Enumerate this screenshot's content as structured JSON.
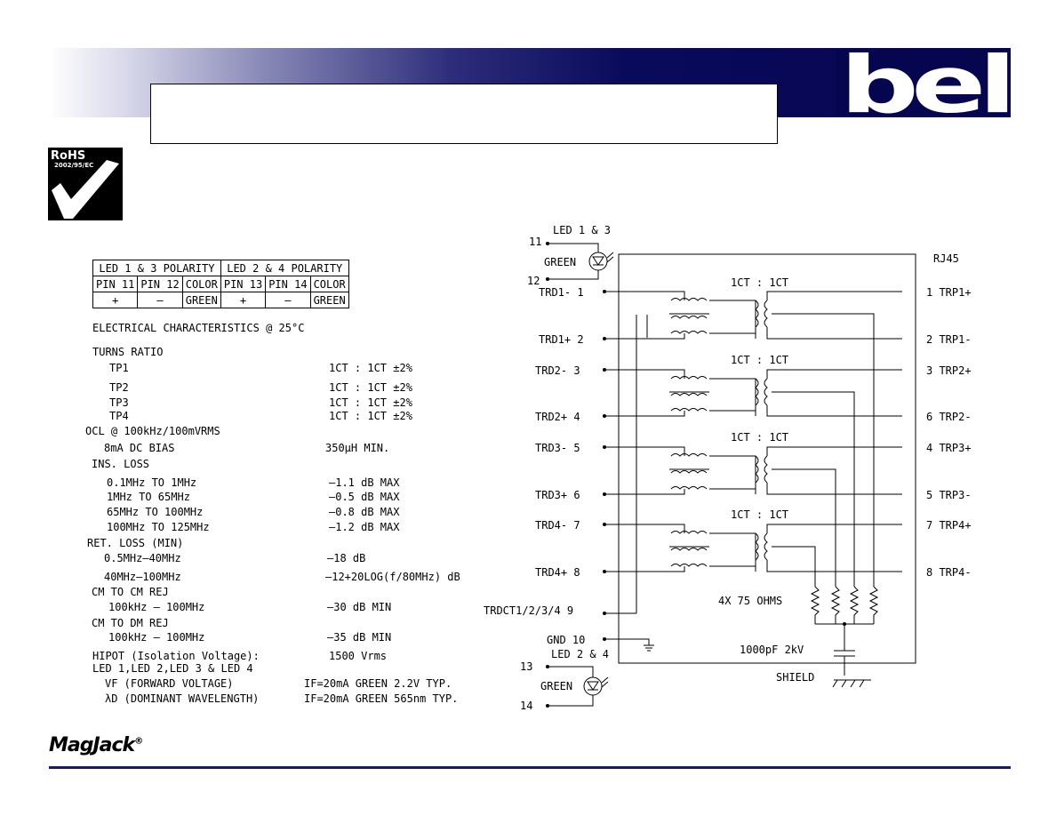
{
  "header": {
    "title_box_text": "",
    "logo_text": "bel",
    "rohs_label": "RoHS",
    "rohs_code": "2002/95/EC"
  },
  "led_table": {
    "row1": [
      "LED 1 & 3 POLARITY",
      "LED 2 & 4 POLARITY"
    ],
    "row2": [
      "PIN 11",
      "PIN 12",
      "COLOR",
      "PIN 13",
      "PIN 14",
      "COLOR"
    ],
    "row3": [
      "+",
      "–",
      "GREEN",
      "+",
      "–",
      "GREEN"
    ]
  },
  "specs": {
    "electrical": "ELECTRICAL CHARACTERISTICS @ 25°C",
    "turns_ratio": "TURNS RATIO",
    "tp": [
      {
        "label": "TP1",
        "value": "1CT : 1CT ±2%"
      },
      {
        "label": "TP2",
        "value": "1CT : 1CT ±2%"
      },
      {
        "label": "TP3",
        "value": "1CT : 1CT ±2%"
      },
      {
        "label": "TP4",
        "value": "1CT : 1CT ±2%"
      }
    ],
    "ocl": "OCL @ 100kHz/100mVRMS",
    "dc_bias": "8mA DC BIAS",
    "dc_bias_value": "350µH MIN.",
    "ins_loss": "INS. LOSS",
    "ins": [
      {
        "label": "0.1MHz TO 1MHz",
        "value": "–1.1 dB MAX"
      },
      {
        "label": "1MHz TO 65MHz",
        "value": "–0.5 dB MAX"
      },
      {
        "label": "65MHz TO 100MHz",
        "value": "–0.8 dB MAX"
      },
      {
        "label": "100MHz TO 125MHz",
        "value": "–1.2 dB MAX"
      }
    ],
    "ret_loss": "RET. LOSS (MIN)",
    "ret": [
      {
        "label": "0.5MHz–40MHz",
        "value": "–18 dB"
      },
      {
        "label": "40MHz–100MHz",
        "value": "–12+20LOG(f/80MHz) dB"
      }
    ],
    "cm_cm": "CM TO CM REJ",
    "cm_cm_range": "100kHz – 100MHz",
    "cm_cm_value": "–30 dB MIN",
    "cm_dm": "CM TO DM REJ",
    "cm_dm_range": "100kHz – 100MHz",
    "cm_dm_value": "–35 dB MIN",
    "hipot": "HIPOT (Isolation Voltage):",
    "hipot_value": "1500 Vrms",
    "led_line": "LED 1,LED 2,LED 3 & LED 4",
    "vf": "VF (FORWARD VOLTAGE)",
    "vf_value": "IF=20mA GREEN 2.2V TYP.",
    "wl": "λD (DOMINANT WAVELENGTH)",
    "wl_value": "IF=20mA GREEN 565nm TYP."
  },
  "schematic": {
    "led13": "LED 1 & 3",
    "led24": "LED 2 & 4",
    "green": "GREEN",
    "pin11": "11",
    "pin12": "12",
    "pin13": "13",
    "pin14": "14",
    "rj45": "RJ45",
    "ct": "1CT : 1CT",
    "left_pins": [
      "TRD1- 1",
      "TRD1+ 2",
      "TRD2- 3",
      "TRD2+ 4",
      "TRD3- 5",
      "TRD3+ 6",
      "TRD4- 7",
      "TRD4+ 8",
      "TRDCT1/2/3/4 9",
      "GND 10"
    ],
    "right_pins": [
      "1 TRP1+",
      "2 TRP1-",
      "3 TRP2+",
      "6 TRP2-",
      "4 TRP3+",
      "5 TRP3-",
      "7 TRP4+",
      "8 TRP4-"
    ],
    "resistors": "4X 75 OHMS",
    "cap": "1000pF 2kV",
    "shield": "SHIELD"
  },
  "footer": {
    "brand": "MagJack",
    "reg": "®"
  },
  "colors": {
    "banner_dark": "#050550",
    "footer_line": "#1a1a66"
  }
}
